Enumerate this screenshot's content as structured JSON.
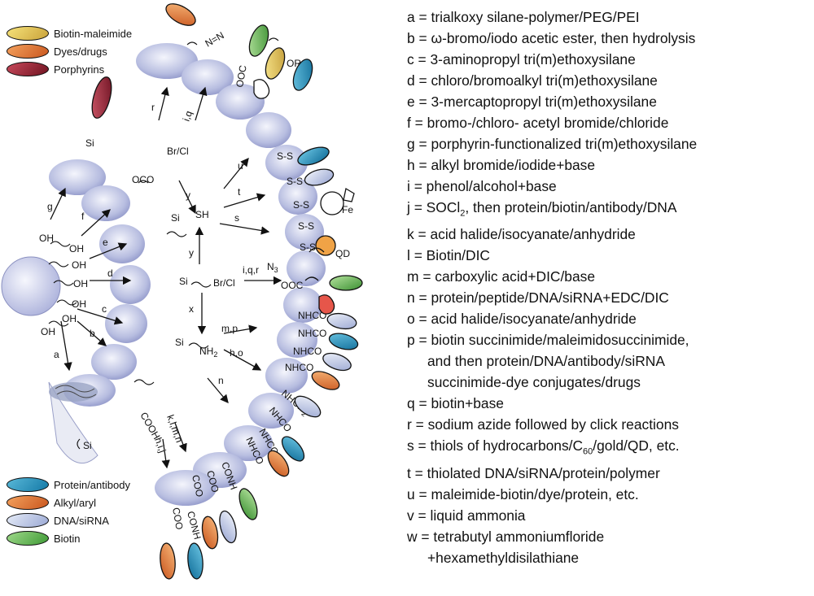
{
  "legend_top": [
    {
      "label": "Biotin-maleimide",
      "color_start": "#f6e27a",
      "color_end": "#c9a23a"
    },
    {
      "label": "Dyes/drugs",
      "color_start": "#f4a15d",
      "color_end": "#c9561e"
    },
    {
      "label": "Porphyrins",
      "color_start": "#c94a5c",
      "color_end": "#6f1320"
    }
  ],
  "legend_bottom": [
    {
      "label": "Protein/antibody",
      "color_start": "#59b8d8",
      "color_end": "#1479a6"
    },
    {
      "label": "Alkyl/aryl",
      "color_start": "#f4a15d",
      "color_end": "#c9561e"
    },
    {
      "label": "DNA/siRNA",
      "color_start": "#e6ecf8",
      "color_end": "#9aa8d4"
    },
    {
      "label": "Biotin",
      "color_start": "#9fd98a",
      "color_end": "#3f9a36"
    }
  ],
  "scheme_labels": {
    "oh": "OH",
    "si": "Si",
    "oco": "OCO",
    "br_cl": "Br/Cl",
    "sh": "SH",
    "nh2": "NH",
    "nh2_sub": "2",
    "cooh": "COOH",
    "n3": "N",
    "n3_sub": "3",
    "qd": "QD",
    "fe": "Fe",
    "or": "OR",
    "n_eq_n": "N=N",
    "ss": "S-S",
    "ooc": "OOC",
    "nhco": "NHCO",
    "nhch2": "NHCH",
    "nhch2_sub": "2",
    "conh": "CONH",
    "coo": "COO"
  },
  "arrow_labels": [
    "a",
    "b",
    "c",
    "d",
    "e",
    "f",
    "g",
    "r",
    "i,q",
    "y",
    "y",
    "x",
    "u",
    "t",
    "s",
    "i,q,r",
    "m,p",
    "h,o",
    "n",
    "k,l,m,n",
    "h,i,j"
  ],
  "reagents": [
    {
      "key": "a",
      "text": "a = trialkoxy silane-polymer/PEG/PEI"
    },
    {
      "key": "b",
      "text": "b = ω-bromo/iodo acetic ester, then hydrolysis"
    },
    {
      "key": "c",
      "text": "c = 3-aminopropyl tri(m)ethoxysilane"
    },
    {
      "key": "d",
      "text": "d = chloro/bromoalkyl tri(m)ethoxysilane"
    },
    {
      "key": "e",
      "text": "e = 3-mercaptopropyl tri(m)ethoxysilane"
    },
    {
      "key": "f",
      "text": "f = bromo-/chloro- acetyl bromide/chloride"
    },
    {
      "key": "g",
      "text": "g = porphyrin-functionalized tri(m)ethoxysilane"
    },
    {
      "key": "h",
      "text": "h = alkyl bromide/iodide+base"
    },
    {
      "key": "i",
      "text": "i = phenol/alcohol+base"
    },
    {
      "key": "j",
      "text_before": "j = SOCl",
      "text_sub": "2",
      "text_after": ", then protein/biotin/antibody/DNA"
    },
    {
      "key": "k",
      "text": "k = acid halide/isocyanate/anhydride"
    },
    {
      "key": "l",
      "text": "l = Biotin/DIC"
    },
    {
      "key": "m",
      "text": "m = carboxylic acid+DIC/base"
    },
    {
      "key": "n",
      "text": "n = protein/peptide/DNA/siRNA+EDC/DIC"
    },
    {
      "key": "o",
      "text": "o = acid halide/isocyanate/anhydride"
    },
    {
      "key": "p",
      "text": "p = biotin succinimide/maleimidosuccinimide,"
    },
    {
      "key": "p2",
      "text": "and then protein/DNA/antibody/siRNA"
    },
    {
      "key": "p3",
      "text": "succinimide-dye conjugates/drugs"
    },
    {
      "key": "q",
      "text": "q = biotin+base"
    },
    {
      "key": "r",
      "text": "r = sodium azide followed by click reactions"
    },
    {
      "key": "s",
      "text_before": "s = thiols of hydrocarbons/C",
      "text_sub": "60",
      "text_after": "/gold/QD, etc."
    },
    {
      "key": "t",
      "text": "t = thiolated DNA/siRNA/protein/polymer"
    },
    {
      "key": "u",
      "text": "u = maleimide-biotin/dye/protein, etc."
    },
    {
      "key": "v",
      "text": "v = liquid ammonia"
    },
    {
      "key": "w",
      "text": "w = tetrabutyl ammoniumfloride"
    },
    {
      "key": "w2",
      "text": "+hexamethyldisilathiane"
    }
  ]
}
